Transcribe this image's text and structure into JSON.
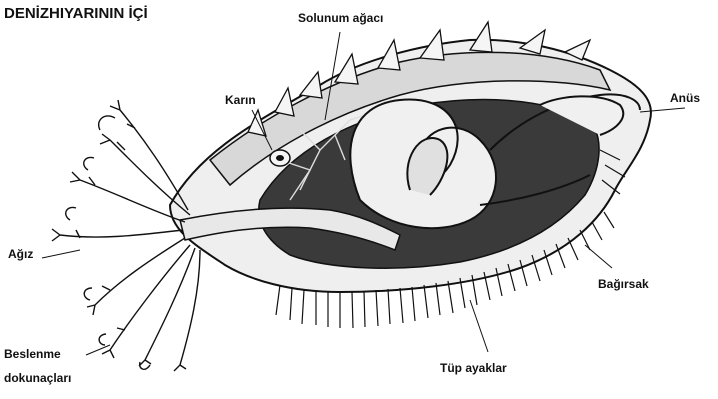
{
  "title": "DENİZHIYARININ İÇİ",
  "labels": {
    "solunum": "Solunum ağacı",
    "karin": "Karın",
    "anus": "Anüs",
    "agiz": "Ağız",
    "bagirsak": "Bağırsak",
    "beslenme1": "Beslenme",
    "beslenme2": "dokunaçları",
    "tup": "Tüp ayaklar"
  },
  "colors": {
    "ink": "#111111",
    "fill": "#e9e9e9",
    "dark": "#2a2a2a"
  }
}
